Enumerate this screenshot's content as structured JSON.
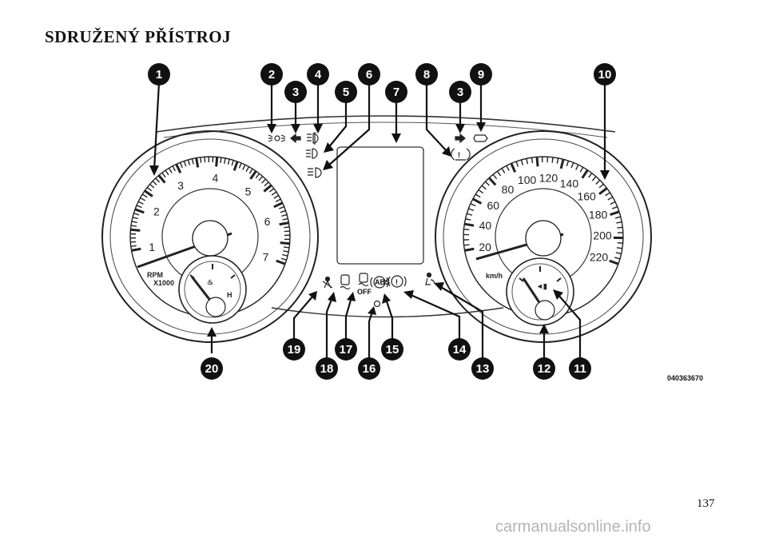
{
  "page": {
    "title": "SDRUŽENÝ PŘÍSTROJ",
    "page_number": "137",
    "watermark": "carmanualsonline.info"
  },
  "figure": {
    "code": "040363670",
    "tachometer": {
      "numbers": [
        "1",
        "2",
        "3",
        "4",
        "5",
        "6",
        "7"
      ],
      "unit_label": "RPM",
      "multiplier_label": "X1000",
      "temp_hot_label": "H"
    },
    "speedometer": {
      "numbers": [
        "20",
        "40",
        "60",
        "80",
        "100",
        "120",
        "140",
        "160",
        "180",
        "200",
        "220"
      ],
      "unit_label": "km/h"
    },
    "indicator_labels": {
      "abs": "ABS",
      "off": "OFF"
    },
    "callouts": [
      "1",
      "2",
      "3",
      "4",
      "5",
      "6",
      "7",
      "8",
      "3",
      "9",
      "10",
      "20",
      "19",
      "18",
      "17",
      "16",
      "15",
      "14",
      "13",
      "12",
      "11"
    ]
  }
}
